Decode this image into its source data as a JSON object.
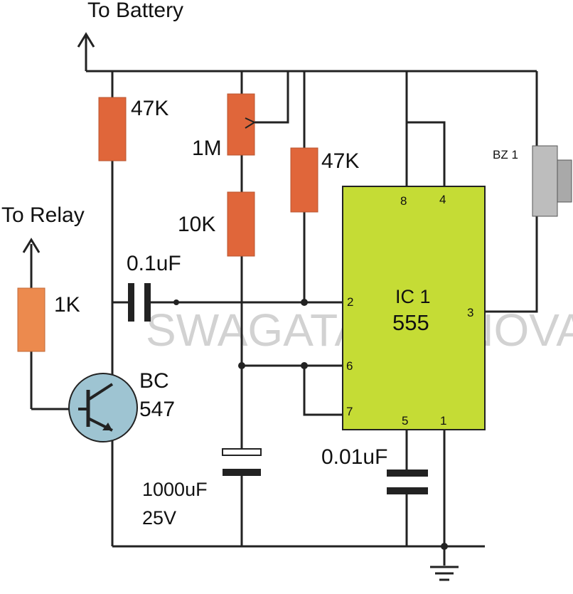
{
  "colors": {
    "resistor": "#E0663A",
    "resistor_light": "#EC8A4E",
    "ic_body": "#C5DC35",
    "transistor": "#9EC4D2",
    "buzzer": "#BDBDBD",
    "wire": "#222222"
  },
  "labels": {
    "battery": "To Battery",
    "relay": "To Relay"
  },
  "components": {
    "r1": "47K",
    "pot": "1M",
    "r2": "10K",
    "r3": "47K",
    "r4": "1K",
    "c1": "0.1uF",
    "c2_value": "1000uF",
    "c2_voltage": "25V",
    "c3": "0.01uF",
    "q1_line1": "BC",
    "q1_line2": "547",
    "buzzer": "BZ 1"
  },
  "ic": {
    "name": "IC 1",
    "part": "555",
    "pins": {
      "p1": "1",
      "p2": "2",
      "p3": "3",
      "p4": "4",
      "p5": "5",
      "p6": "6",
      "p7": "7",
      "p8": "8"
    }
  },
  "watermark": "SWAGATAM INNOVATIONS",
  "icons": [
    "battery-arrow-icon",
    "relay-arrow-icon",
    "ground-icon"
  ]
}
